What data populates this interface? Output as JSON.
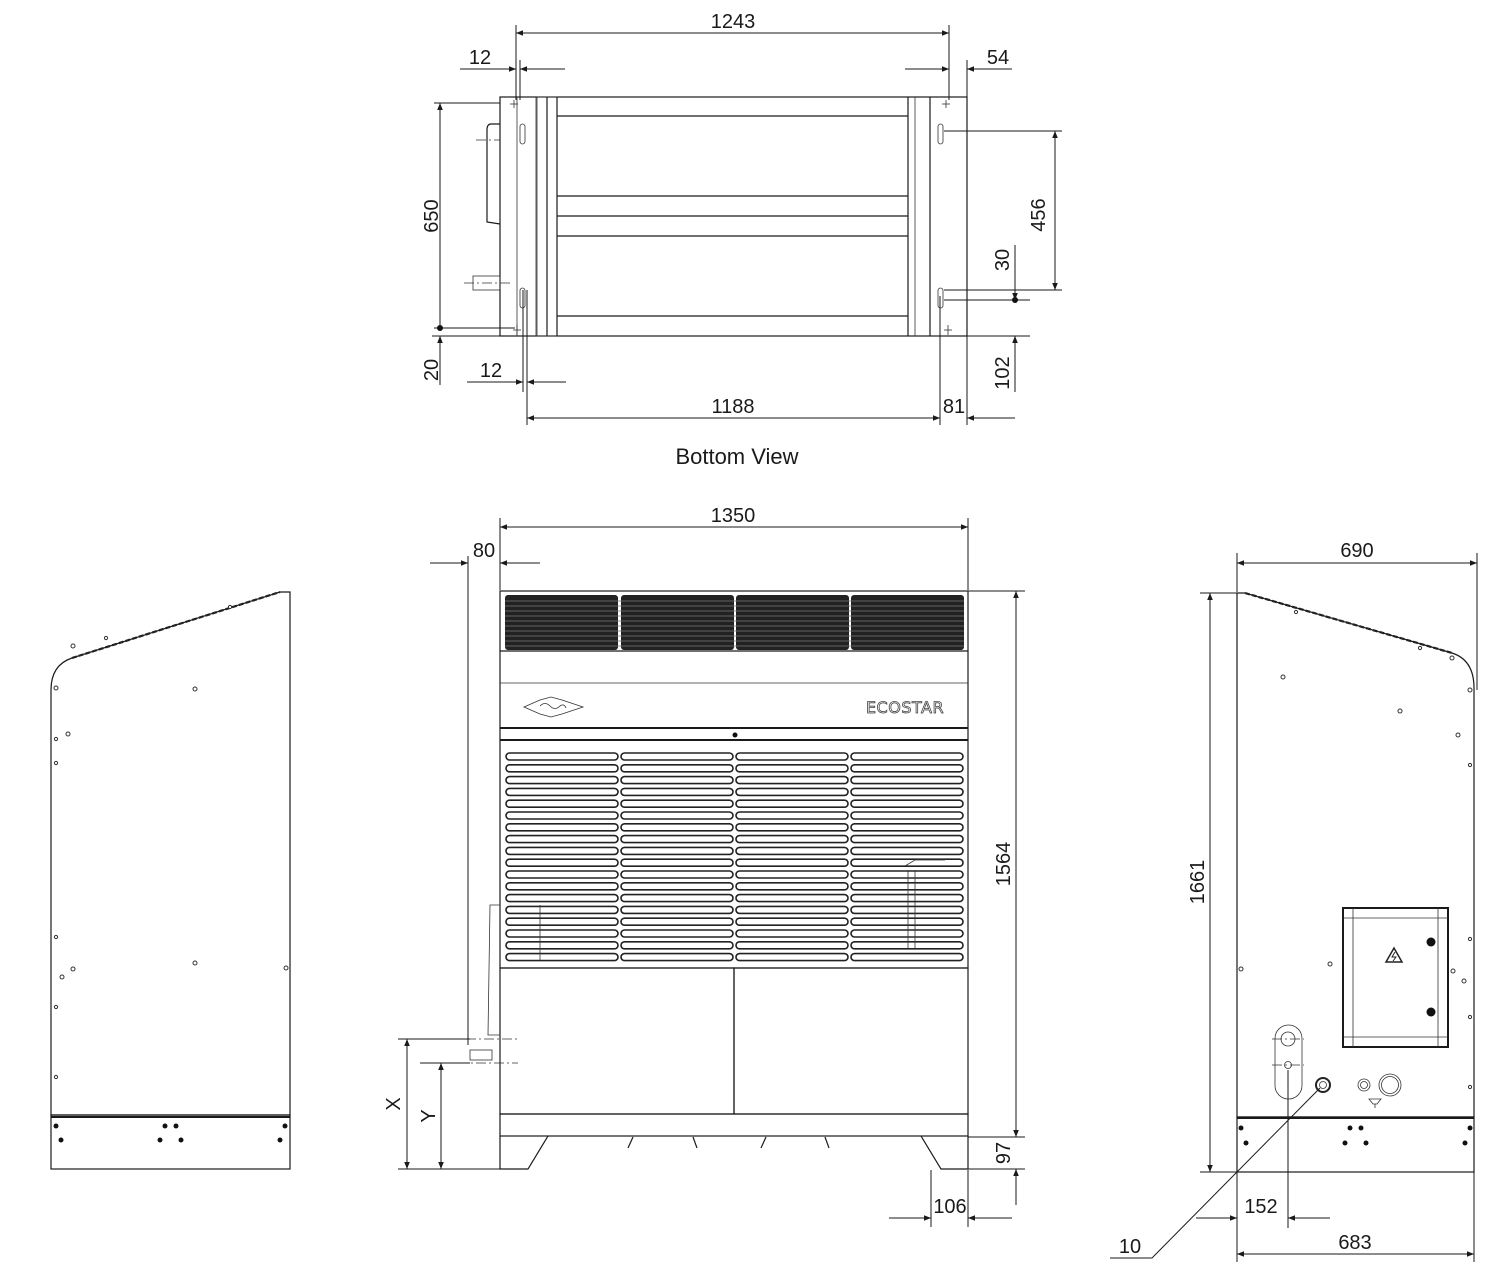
{
  "drawing": {
    "product_label": "ECOSTAR",
    "logo": "bitzer-logo",
    "views": {
      "bottom_view": {
        "title": "Bottom View",
        "dimensions": {
          "width_top": "1243",
          "offset_left_top": "12",
          "offset_right_top": "54",
          "depth": "650",
          "offset_bottom_left": "20",
          "offset_left_bottom": "12",
          "width_bottom": "1188",
          "offset_right_bottom": "81",
          "slot_spacing": "456",
          "slot_offset": "30",
          "offset_right_vertical": "102"
        }
      },
      "front_view": {
        "dimensions": {
          "width": "1350",
          "side_offset": "80",
          "height": "1564",
          "foot_height": "97",
          "foot_width": "106",
          "conn_x": "X",
          "conn_y": "Y"
        }
      },
      "right_side_view": {
        "dimensions": {
          "depth_top": "690",
          "height": "1661",
          "conn_offset": "152",
          "depth_bottom": "683",
          "callout": "10"
        }
      },
      "left_side_view": {}
    }
  }
}
